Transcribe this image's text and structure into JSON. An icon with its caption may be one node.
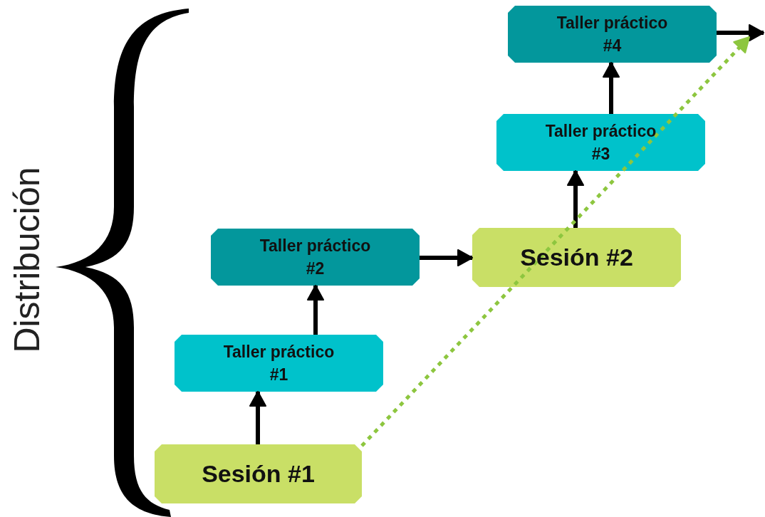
{
  "diagram": {
    "nodes": [
      {
        "text": [
          "Sesión #1"
        ]
      },
      {
        "text": [
          "Taller práctico #1"
        ]
      },
      {
        "text": [
          "Taller práctico #2"
        ]
      },
      {
        "text": [
          "Sesión #2"
        ]
      },
      {
        "text": [
          "Taller práctico #3"
        ]
      },
      {
        "text": [
          "Taller práctico #4"
        ]
      }
    ],
    "edges": [
      {
        "from": 0,
        "to": 1,
        "arrow": "to"
      },
      {
        "from": 1,
        "to": 2,
        "arrow": "to"
      },
      {
        "from": 2,
        "to": 3,
        "arrow": "to"
      },
      {
        "from": 3,
        "to": 4,
        "arrow": "to"
      },
      {
        "from": 4,
        "to": 5,
        "arrow": "to"
      },
      {
        "from": 5,
        "to": null,
        "arrow": "to"
      },
      {
        "from": 0,
        "to": null,
        "arrow": "to",
        "style": "dashed",
        "color": "#8dc63f"
      }
    ],
    "labels": [
      "Distribución"
    ]
  }
}
